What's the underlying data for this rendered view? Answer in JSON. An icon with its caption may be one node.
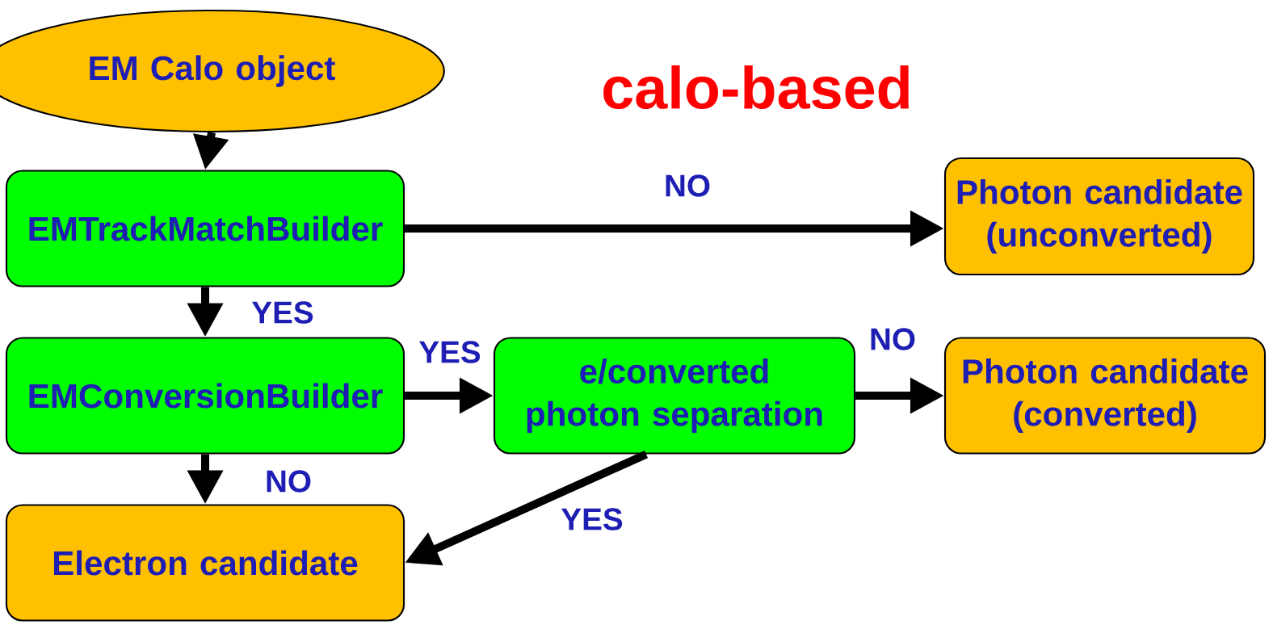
{
  "diagram": {
    "title": "calo-based",
    "nodes": [
      {
        "text": [
          "EM Calo object"
        ]
      },
      {
        "text": [
          "EMTrackMatchBuilder"
        ]
      },
      {
        "text": [
          "Photon candidate (unconverted)"
        ]
      },
      {
        "text": [
          "EMConversionBuilder"
        ]
      },
      {
        "text": [
          "e/converted photon separation"
        ]
      },
      {
        "text": [
          "Photon candidate (converted)"
        ]
      },
      {
        "text": [
          "Electron candidate"
        ]
      }
    ],
    "edges": [
      {
        "from": 0,
        "to": 1,
        "arrow": "to"
      },
      {
        "from": 1,
        "to": 2,
        "arrow": "to",
        "label": "NO"
      },
      {
        "from": 1,
        "to": 3,
        "arrow": "to",
        "label": "YES"
      },
      {
        "from": 3,
        "to": 4,
        "arrow": "to",
        "label": "YES"
      },
      {
        "from": 4,
        "to": 5,
        "arrow": "to",
        "label": "NO"
      },
      {
        "from": 3,
        "to": 6,
        "arrow": "to",
        "label": "NO"
      },
      {
        "from": 4,
        "to": 6,
        "arrow": "to",
        "label": "YES"
      }
    ]
  }
}
